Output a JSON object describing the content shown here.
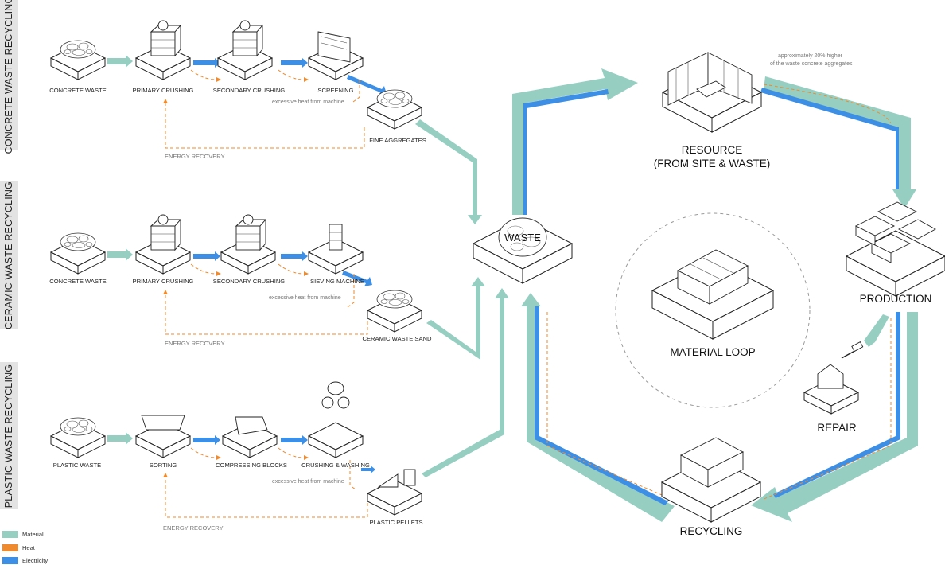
{
  "sections": {
    "concrete": "CONCRETE WASTE RECYCLING",
    "ceramic": "CERAMIC  WASTE RECYCLING",
    "plastic": "PLASTIC  WASTE RECYCLING"
  },
  "concrete_row": {
    "s1": "CONCRETE WASTE",
    "s2": "PRIMARY CRUSHING",
    "s3": "SECONDARY CRUSHING",
    "s4": "SCREENING",
    "out": "FINE AGGREGATES",
    "heat_note": "excessive heat from machine",
    "recovery": "ENERGY RECOVERY"
  },
  "ceramic_row": {
    "s1": "CONCRETE WASTE",
    "s2": "PRIMARY CRUSHING",
    "s3": "SECONDARY CRUSHING",
    "s4": "SIEVING MACHINE",
    "out": "CERAMIC WASTE SAND",
    "heat_note": "excessive heat from machine",
    "recovery": "ENERGY RECOVERY"
  },
  "plastic_row": {
    "s1": "PLASTIC WASTE",
    "s2": "SORTING",
    "s3": "COMPRESSING BLOCKS",
    "s4": "CRUSHING & WASHING",
    "out": "PLASTIC PELLETS",
    "heat_note": "excessive heat from machine",
    "recovery": "ENERGY RECOVERY"
  },
  "loop": {
    "waste": "WASTE",
    "resource_line1": "RESOURCE",
    "resource_line2": "(FROM SITE & WASTE)",
    "production": "PRODUCTION",
    "repair": "REPAIR",
    "recycling": "RECYCLING",
    "center": "MATERIAL LOOP",
    "note_line1": "approximately 20% higher",
    "note_line2": "of the waste concrete aggregates"
  },
  "legend": {
    "material": "Material",
    "heat": "Heat",
    "electricity": "Electricity"
  },
  "colors": {
    "material": "#96cfc1",
    "heat": "#f08a2e",
    "electricity": "#3d8fe6"
  }
}
